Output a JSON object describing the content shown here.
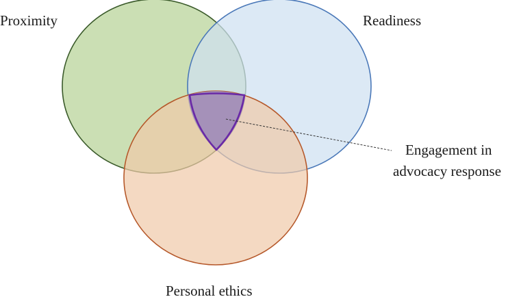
{
  "diagram": {
    "type": "venn",
    "sets": [
      {
        "id": "proximity",
        "label": "Proximity",
        "fill": "#c8ddb0",
        "stroke": "#3a5a2a"
      },
      {
        "id": "readiness",
        "label": "Readiness",
        "fill": "#cfe0f1",
        "stroke": "#4a78b8"
      },
      {
        "id": "personal-ethics",
        "label": "Personal ethics",
        "fill": "#f0c9a8",
        "stroke": "#b5582a"
      }
    ],
    "intersection": {
      "label_line1": "Engagement in",
      "label_line2": "advocacy response",
      "fill": "#9a86b8",
      "stroke": "#6a2aa6"
    }
  }
}
